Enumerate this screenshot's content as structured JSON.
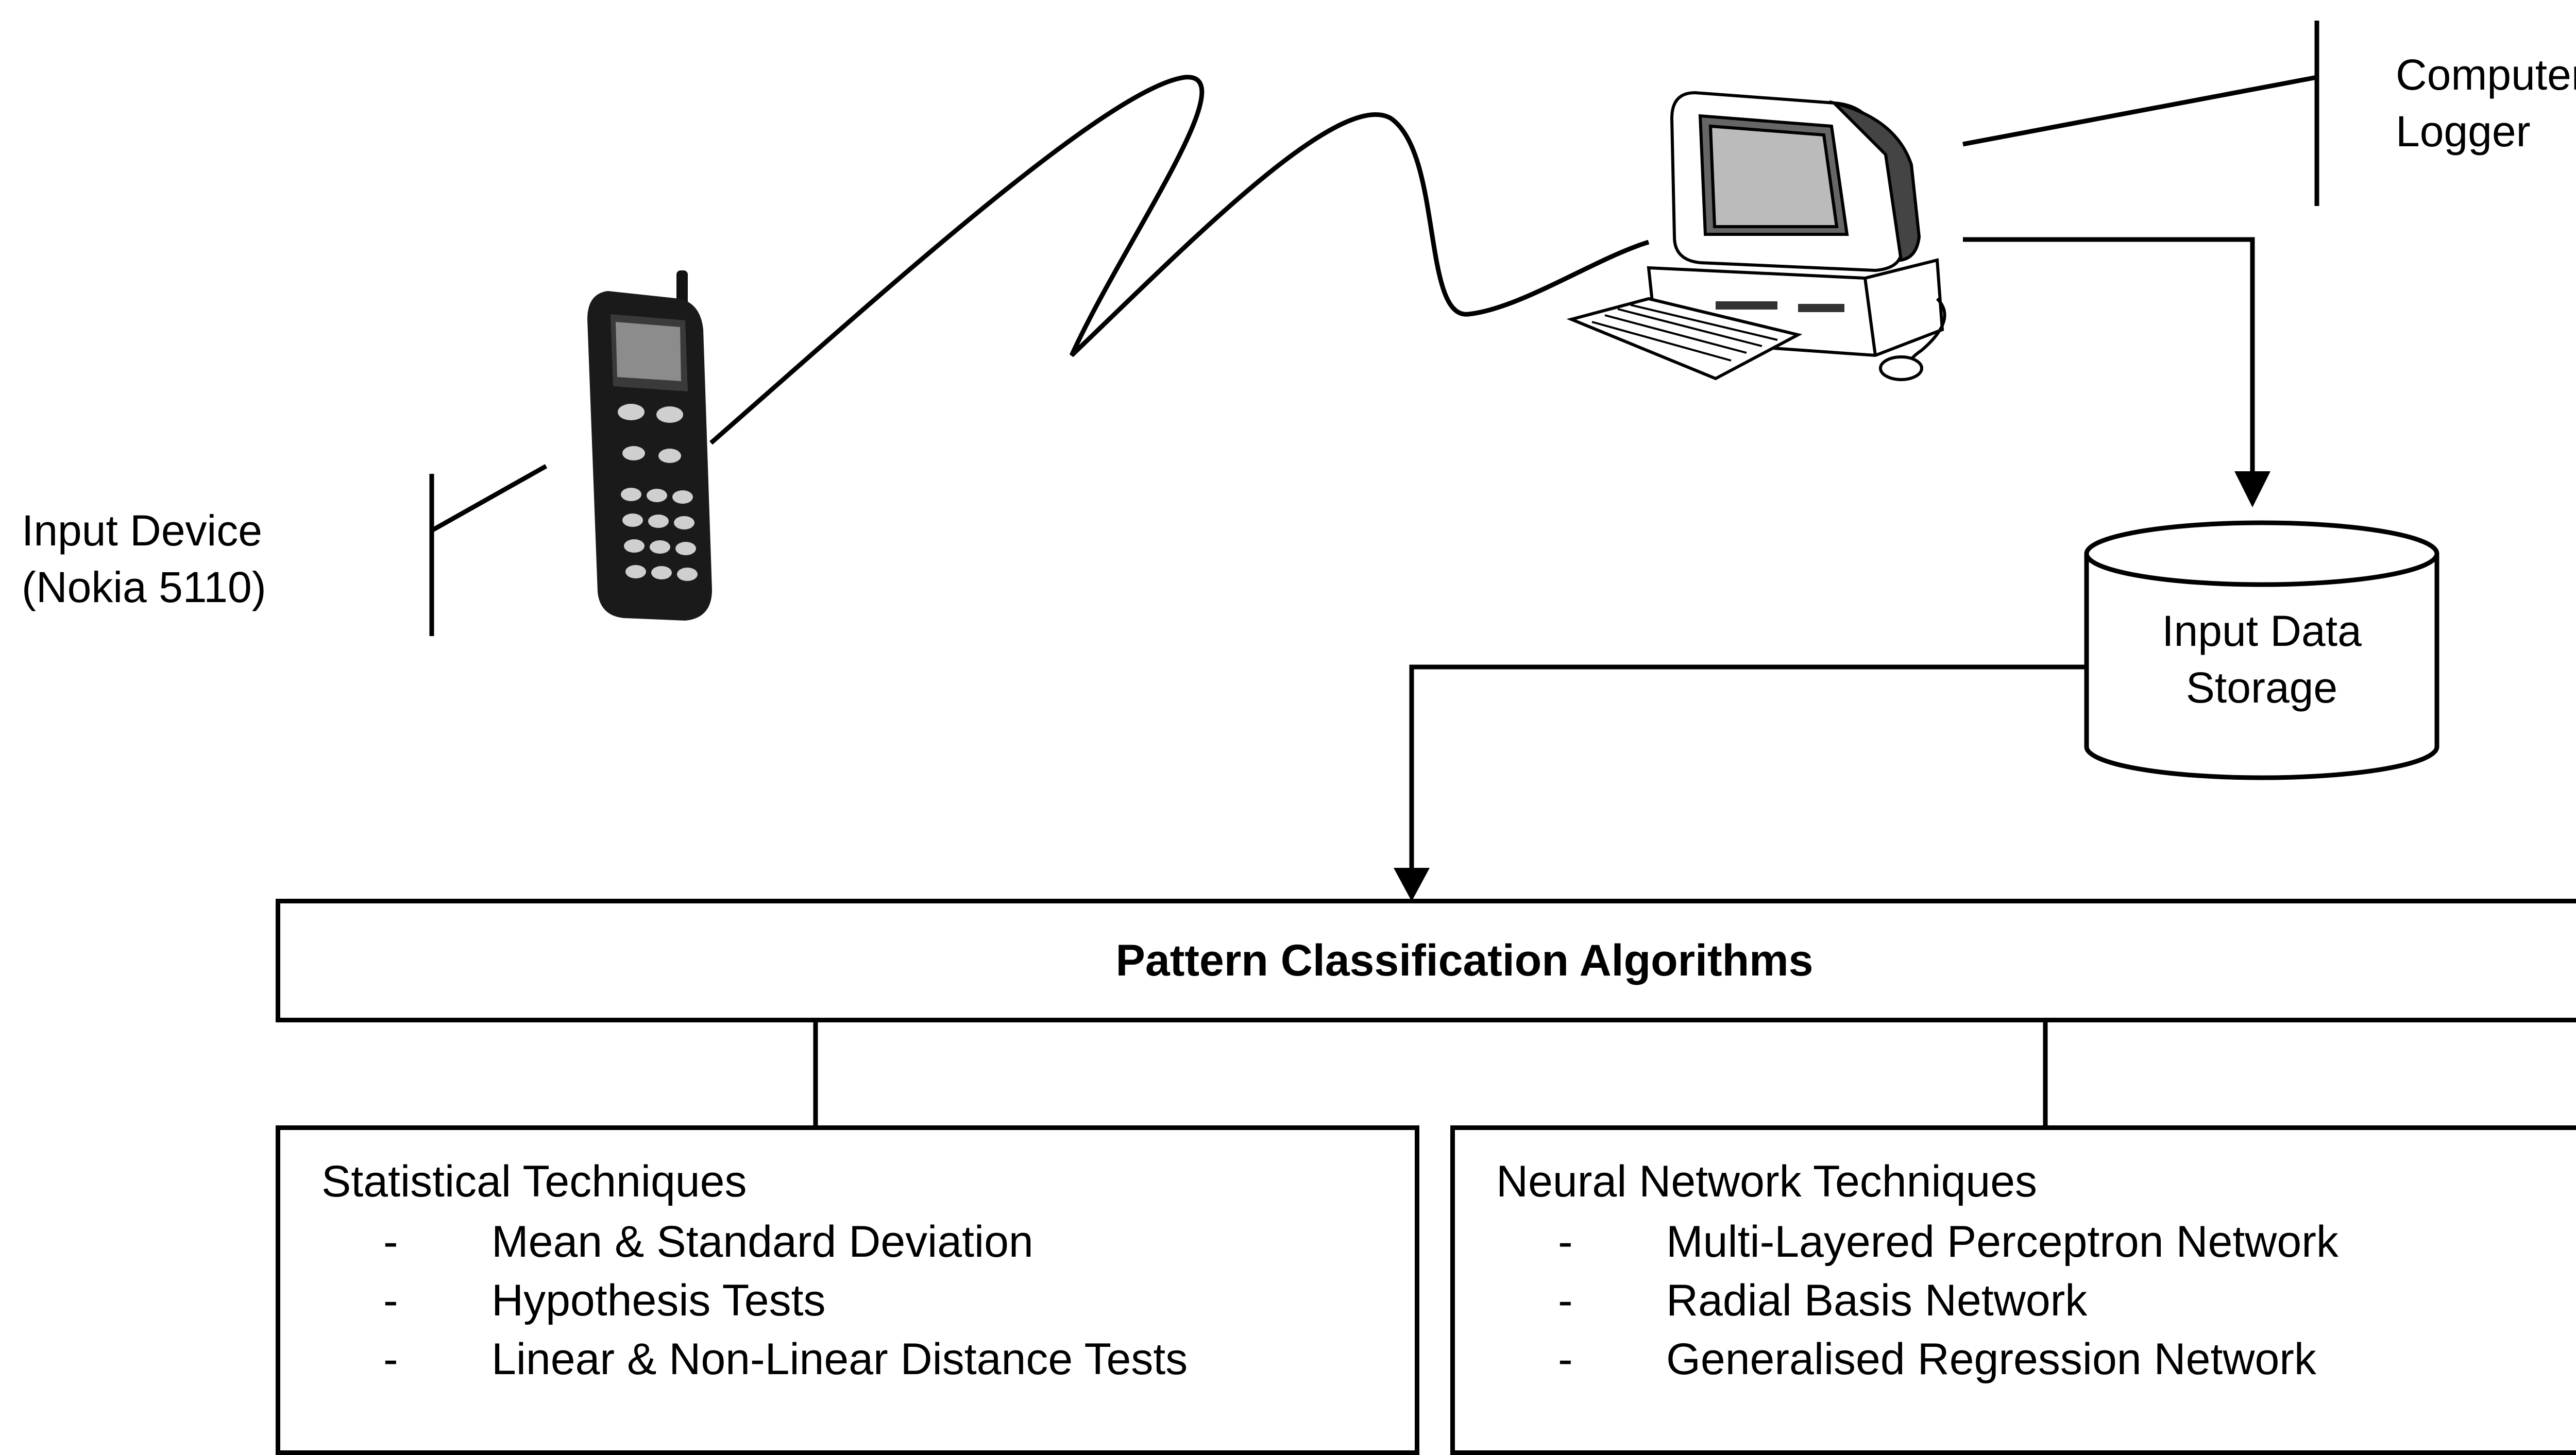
{
  "labels": {
    "input_device_line1": "Input Device",
    "input_device_line2": "(Nokia 5110)",
    "computer_logger_line1": "Computer",
    "computer_logger_line2": "Logger",
    "storage_line1": "Input Data",
    "storage_line2": "Storage"
  },
  "main_box": {
    "title": "Pattern Classification Algorithms"
  },
  "statistical": {
    "heading": "Statistical Techniques",
    "bullet": "-",
    "items": [
      "Mean & Standard Deviation",
      "Hypothesis Tests",
      "Linear & Non-Linear Distance Tests"
    ]
  },
  "neural": {
    "heading": "Neural Network Techniques",
    "bullet": "-",
    "items": [
      "Multi-Layered Perceptron Network",
      "Radial Basis Network",
      "Generalised Regression Network"
    ]
  },
  "icons": {
    "phone": "mobile-phone-icon",
    "computer": "desktop-computer-icon",
    "storage": "database-cylinder-icon"
  }
}
